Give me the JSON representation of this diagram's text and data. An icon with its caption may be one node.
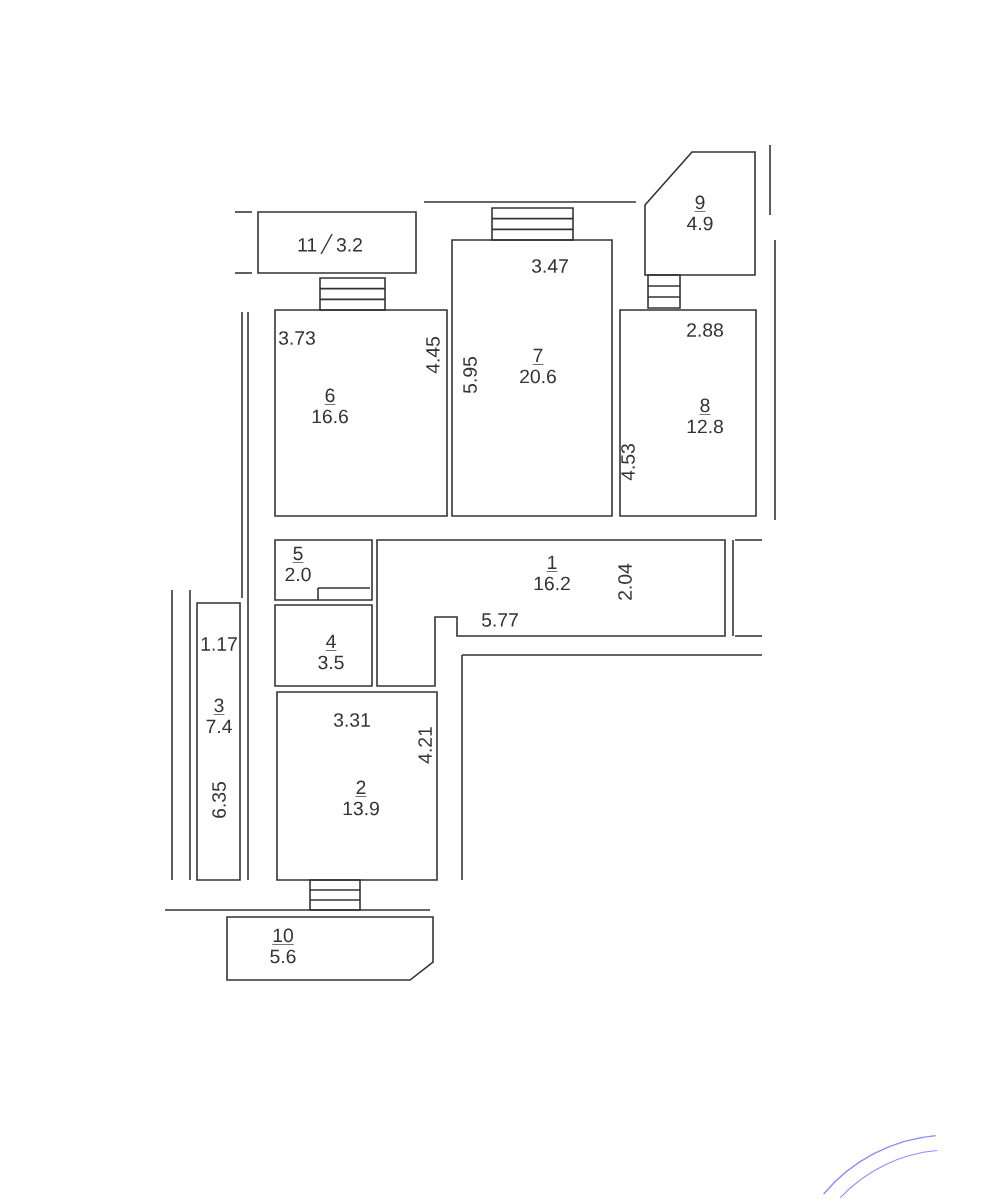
{
  "diagram": {
    "nodes": [
      {
        "text": [
          "9",
          "4.9"
        ]
      },
      {
        "text": [
          "11",
          "3.2"
        ]
      },
      {
        "text": [
          "7",
          "20.6"
        ]
      },
      {
        "text": [
          "6",
          "16.6"
        ]
      },
      {
        "text": [
          "8",
          "12.8"
        ]
      },
      {
        "text": [
          "5",
          "2.0"
        ]
      },
      {
        "text": [
          "1",
          "16.2"
        ]
      },
      {
        "text": [
          "4",
          "3.5"
        ]
      },
      {
        "text": [
          "3",
          "7.4"
        ]
      },
      {
        "text": [
          "2",
          "13.9"
        ]
      },
      {
        "text": [
          "10",
          "5.6"
        ]
      }
    ],
    "labels": [
      "3.47",
      "3.73",
      "4.45",
      "5.95",
      "2.88",
      "4.53",
      "2.04",
      "5.77",
      "1.17",
      "3.31",
      "4.21",
      "6.35"
    ]
  }
}
